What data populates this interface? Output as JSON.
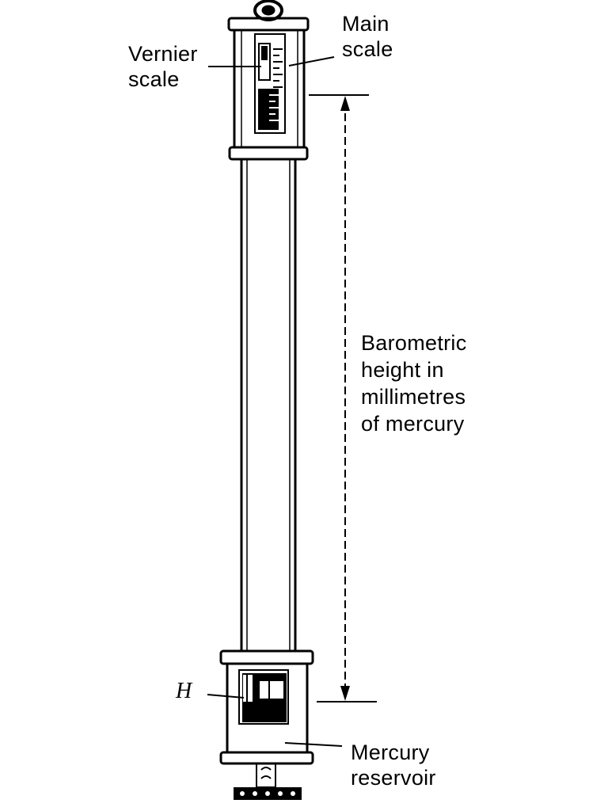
{
  "diagram": {
    "labels": {
      "vernier_scale": [
        "Vernier",
        "scale"
      ],
      "main_scale": [
        "Main",
        "scale"
      ],
      "barometric_height": [
        "Barometric",
        "height in",
        "millimetres",
        "of mercury"
      ],
      "h_marker": "H",
      "mercury_reservoir": [
        "Mercury",
        "reservoir"
      ]
    },
    "colors": {
      "ink": "#000000",
      "paper": "#ffffff"
    }
  }
}
